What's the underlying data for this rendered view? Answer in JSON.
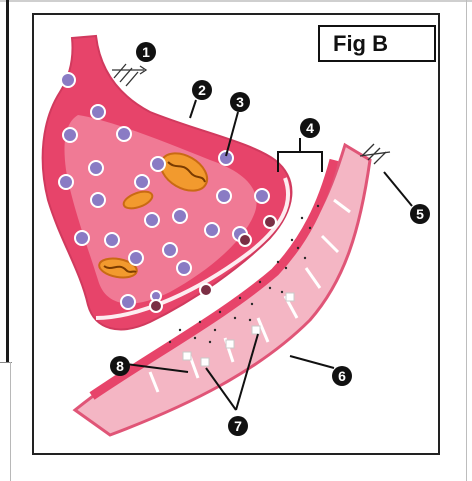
{
  "figure": {
    "title": "Fig  B",
    "labels": [
      "1",
      "2",
      "3",
      "4",
      "5",
      "6",
      "7",
      "8"
    ]
  },
  "colors": {
    "presynaptic": "#e7446a",
    "presynaptic_inner": "#f07a95",
    "postsynaptic": "#f2a2b4",
    "postsynaptic_edge": "#e05577",
    "vesicle": "#8a7bc4",
    "mitochondria": "#f29a2e"
  }
}
